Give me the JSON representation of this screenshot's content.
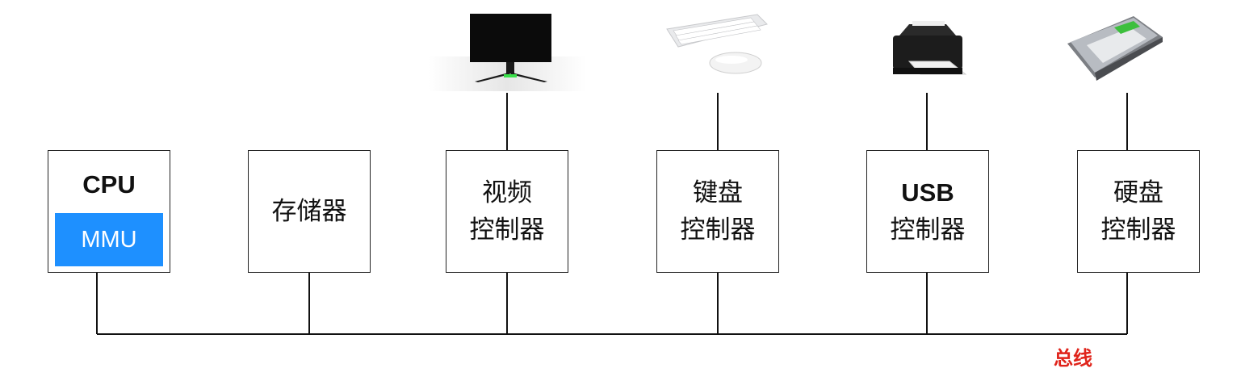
{
  "colors": {
    "mmu_fill": "#1e90ff",
    "bus_label": "#e0241b",
    "line": "#111111"
  },
  "nodes": [
    {
      "id": "cpu",
      "title": "CPU",
      "inner": "MMU"
    },
    {
      "id": "memory",
      "lines": [
        "存储器"
      ]
    },
    {
      "id": "video",
      "lines": [
        "视频",
        "控制器"
      ],
      "device": "monitor-icon"
    },
    {
      "id": "keyboard",
      "lines": [
        "键盘",
        "控制器"
      ],
      "device": "keyboard-mouse-icon"
    },
    {
      "id": "usb",
      "lines": [
        "USB",
        "控制器"
      ],
      "device": "printer-icon"
    },
    {
      "id": "disk",
      "lines": [
        "硬盘",
        "控制器"
      ],
      "device": "hard-disk-icon"
    }
  ],
  "bus": {
    "label": "总线"
  }
}
